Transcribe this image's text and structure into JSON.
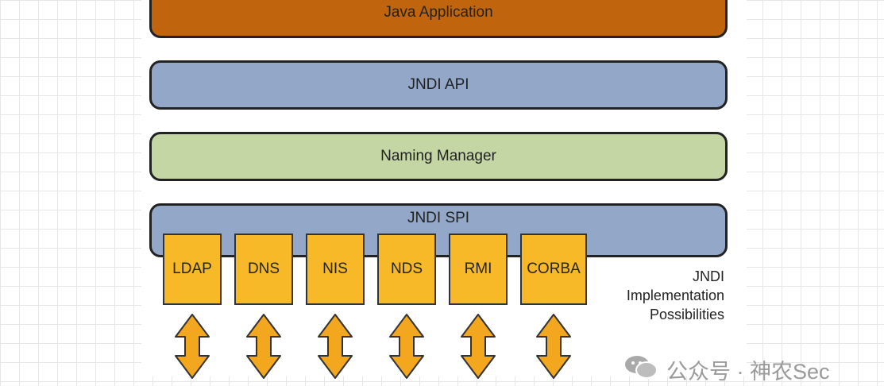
{
  "layers": {
    "java_application": "Java Application",
    "jndi_api": "JNDI API",
    "naming_manager": "Naming Manager",
    "jndi_spi": "JNDI SPI"
  },
  "implementations": [
    "LDAP",
    "DNS",
    "NIS",
    "NDS",
    "RMI",
    "CORBA"
  ],
  "caption": [
    "JNDI",
    "Implementation",
    "Possibilities"
  ],
  "watermark": "公众号 · 神农Sec",
  "colors": {
    "java_application": "#c0650e",
    "api_spi": "#93a8c8",
    "naming_manager": "#c3d6a3",
    "implementation": "#f7b928",
    "arrow": "#f3a71f"
  },
  "icons": {
    "arrow": "double-headed-arrow-icon",
    "watermark": "wechat-icon"
  }
}
